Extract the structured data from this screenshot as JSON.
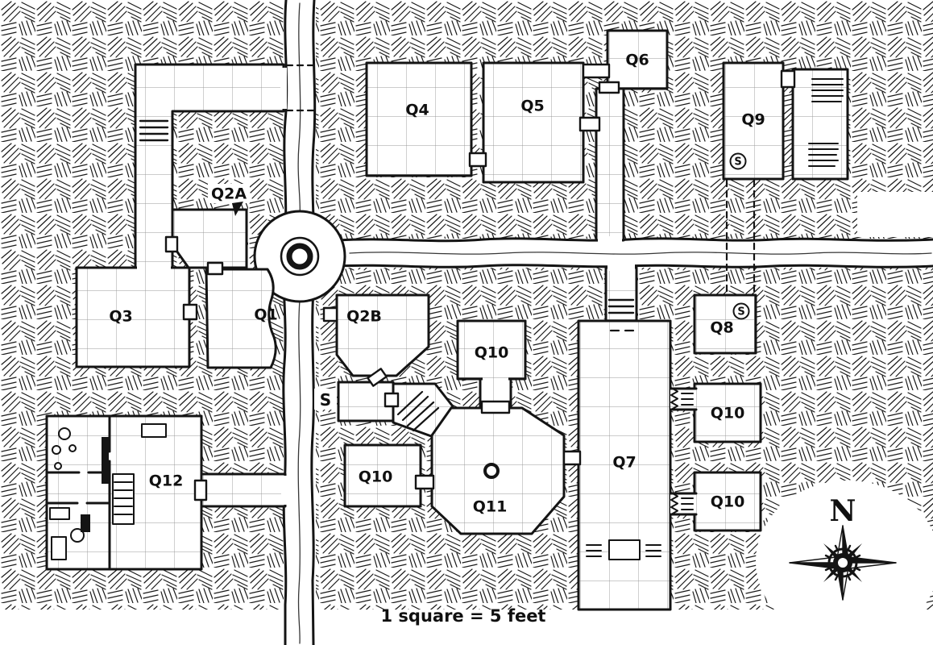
{
  "map": {
    "scale_note": "1 square = 5 feet",
    "compass": {
      "north_label": "N"
    },
    "rooms": [
      {
        "id": "Q1",
        "label": "Q1"
      },
      {
        "id": "Q2A",
        "label": "Q2A"
      },
      {
        "id": "Q2B",
        "label": "Q2B"
      },
      {
        "id": "Q3",
        "label": "Q3"
      },
      {
        "id": "Q4",
        "label": "Q4"
      },
      {
        "id": "Q5",
        "label": "Q5"
      },
      {
        "id": "Q6",
        "label": "Q6"
      },
      {
        "id": "Q7",
        "label": "Q7"
      },
      {
        "id": "Q8",
        "label": "Q8"
      },
      {
        "id": "Q9",
        "label": "Q9"
      },
      {
        "id": "Q10-north",
        "label": "Q10"
      },
      {
        "id": "Q10-west",
        "label": "Q10"
      },
      {
        "id": "Q10-east-upper",
        "label": "Q10"
      },
      {
        "id": "Q10-east-lower",
        "label": "Q10"
      },
      {
        "id": "Q11",
        "label": "Q11"
      },
      {
        "id": "Q12",
        "label": "Q12"
      }
    ],
    "markers": [
      {
        "id": "secret-door-plain",
        "label": "S"
      },
      {
        "id": "secret-door-circled-q9",
        "label": "S"
      },
      {
        "id": "secret-door-circled-q8",
        "label": "S"
      }
    ],
    "colors": {
      "ink": "#141414",
      "paper": "#ffffff"
    }
  }
}
